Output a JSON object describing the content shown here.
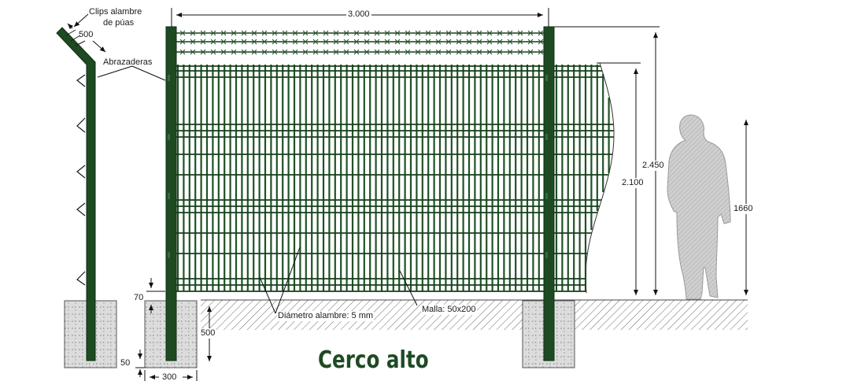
{
  "title": "Cerco alto",
  "labels": {
    "clips_line1": "Clips alambre",
    "clips_line2": "de púas",
    "arm_length": "500",
    "clamps": "Abrazaderas",
    "width": "3.000",
    "total_height": "2.450",
    "mesh_height": "2.100",
    "person_height": "1660",
    "wire_diameter": "Diámetro alambre: 5 mm",
    "mesh_size": "Malla: 50x200",
    "depth_70": "70",
    "depth_500": "500",
    "base_50": "50",
    "base_width": "300"
  },
  "colors": {
    "post": "#1d4a22",
    "post_edge": "#0f2e14",
    "mesh": "#1f5226",
    "concrete": "#d9d9d9",
    "ground_hatch": "#555555",
    "person": "#c4c4c4",
    "title": "#1f4a24"
  }
}
